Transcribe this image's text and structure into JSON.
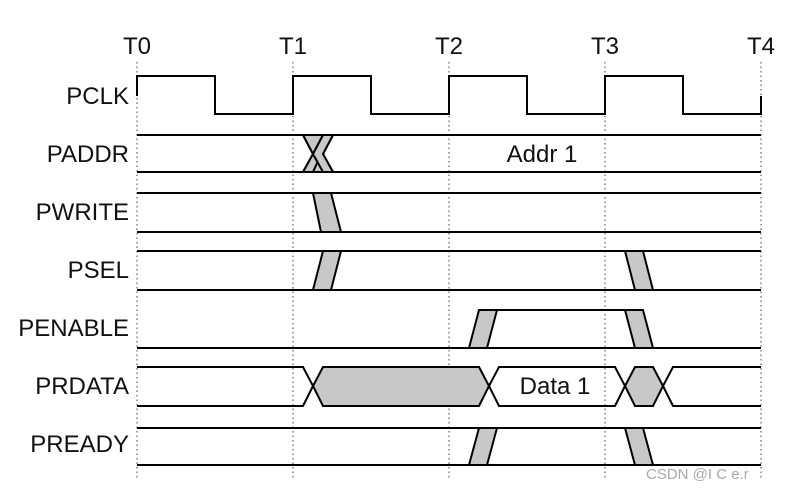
{
  "diagram": {
    "time_labels": [
      "T0",
      "T1",
      "T2",
      "T3",
      "T4"
    ],
    "signals": [
      {
        "name": "PCLK"
      },
      {
        "name": "PADDR",
        "value_label": "Addr 1"
      },
      {
        "name": "PWRITE"
      },
      {
        "name": "PSEL"
      },
      {
        "name": "PENABLE"
      },
      {
        "name": "PRDATA",
        "value_label": "Data 1"
      },
      {
        "name": "PREADY"
      }
    ]
  },
  "watermark": "CSDN @I C e.r"
}
